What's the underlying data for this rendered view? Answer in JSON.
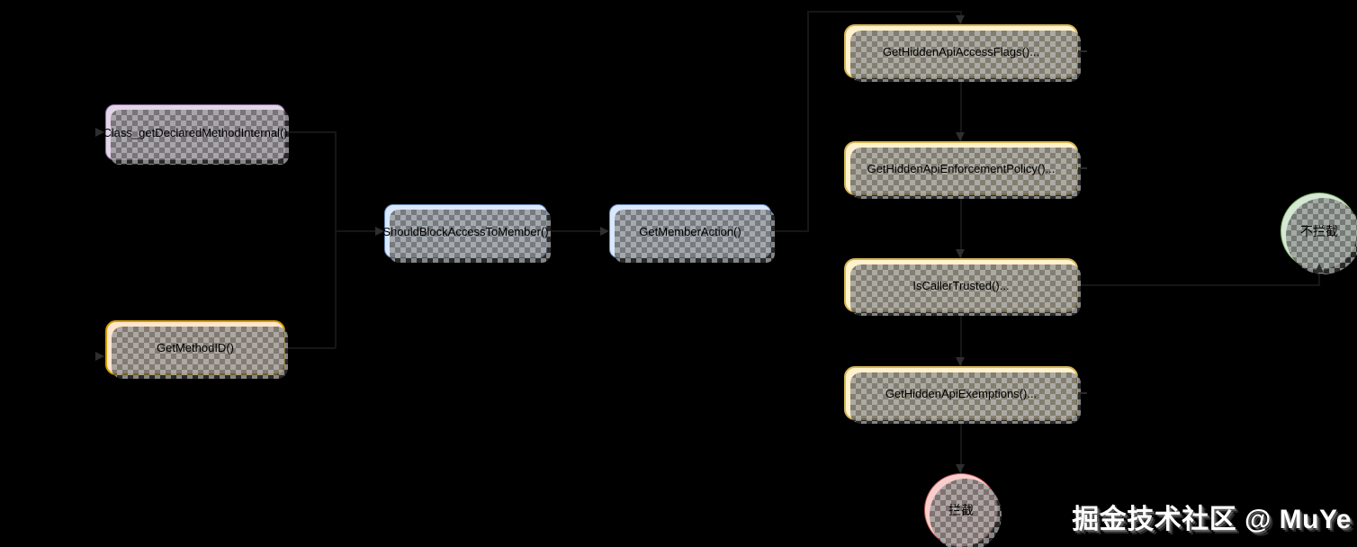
{
  "canvas": {
    "background": "#000000"
  },
  "diagram": {
    "nodes": {
      "classGetDeclaredMethodInternal": {
        "label": "Class_getDeclaredMethodInternal()",
        "fill": "#E1D5E7",
        "stroke": "#9673A6",
        "shape": "rounded-rect"
      },
      "getMethodID": {
        "label": "GetMethodID()",
        "fill": "#FFE6CC",
        "stroke": "#D79B00",
        "shape": "rounded-rect"
      },
      "shouldBlockAccessToMember": {
        "label": "ShouldBlockAccessToMember()",
        "fill": "#DAE8FC",
        "stroke": "#6C8EBF",
        "shape": "rounded-rect"
      },
      "getMemberAction": {
        "label": "GetMemberAction()",
        "fill": "#DAE8FC",
        "stroke": "#6C8EBF",
        "shape": "rounded-rect"
      },
      "getHiddenApiAccessFlags": {
        "label": "GetHiddenApiAccessFlags()...",
        "fill": "#FFF2CC",
        "stroke": "#D6B656",
        "shape": "rounded-rect"
      },
      "getHiddenApiEnforcementPolicy": {
        "label": "GetHiddenApiEnforcementPolicy()...",
        "fill": "#FFF2CC",
        "stroke": "#D6B656",
        "shape": "rounded-rect"
      },
      "isCallerTrusted": {
        "label": "IsCallerTrusted()...",
        "fill": "#FFF2CC",
        "stroke": "#D6B656",
        "shape": "rounded-rect"
      },
      "getHiddenApiExemptions": {
        "label": "GetHiddenApiExemptions()...",
        "fill": "#FFF2CC",
        "stroke": "#D6B656",
        "shape": "rounded-rect"
      },
      "noIntercept": {
        "label": "不拦截",
        "fill": "#D5E8D4",
        "stroke": "#82B366",
        "shape": "circle"
      },
      "intercept": {
        "label": "拦截",
        "fill": "#F8CECC",
        "stroke": "#B85450",
        "shape": "circle"
      }
    },
    "edges": [
      {
        "from": "classGetDeclaredMethodInternal",
        "to": "shouldBlockAccessToMember"
      },
      {
        "from": "getMethodID",
        "to": "shouldBlockAccessToMember"
      },
      {
        "from": "shouldBlockAccessToMember",
        "to": "getMemberAction"
      },
      {
        "from": "getMemberAction",
        "to": "getHiddenApiAccessFlags"
      },
      {
        "from": "getHiddenApiAccessFlags",
        "to": "getHiddenApiEnforcementPolicy"
      },
      {
        "from": "getHiddenApiEnforcementPolicy",
        "to": "isCallerTrusted"
      },
      {
        "from": "isCallerTrusted",
        "to": "getHiddenApiExemptions"
      },
      {
        "from": "getHiddenApiExemptions",
        "to": "intercept"
      },
      {
        "from": "isCallerTrusted",
        "to": "noIntercept"
      }
    ],
    "watermark": {
      "text": "掘金技术社区 @ MuYe",
      "color": "#FFFFFF"
    }
  }
}
